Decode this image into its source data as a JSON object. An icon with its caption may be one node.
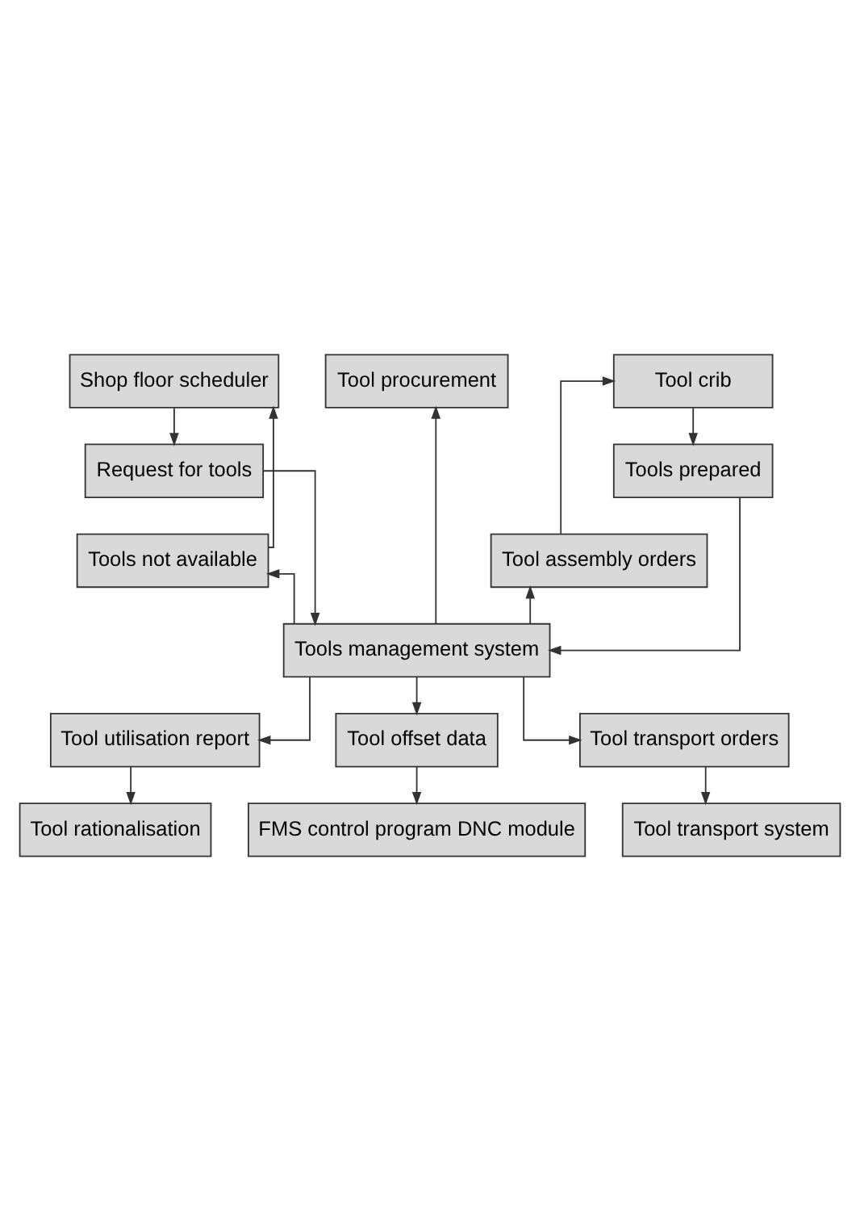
{
  "diagram": {
    "nodes": [
      {
        "text": [
          "Shop floor scheduler"
        ]
      },
      {
        "text": [
          "Tool procurement"
        ]
      },
      {
        "text": [
          "Tool crib"
        ]
      },
      {
        "text": [
          "Request for tools"
        ]
      },
      {
        "text": [
          "Tools prepared"
        ]
      },
      {
        "text": [
          "Tools not available"
        ]
      },
      {
        "text": [
          "Tool assembly orders"
        ]
      },
      {
        "text": [
          "Tools management system"
        ]
      },
      {
        "text": [
          "Tool utilisation report"
        ]
      },
      {
        "text": [
          "Tool offset data"
        ]
      },
      {
        "text": [
          "Tool transport orders"
        ]
      },
      {
        "text": [
          "Tool rationalisation"
        ]
      },
      {
        "text": [
          "Tool transport system"
        ]
      },
      {
        "text": [
          "FMS control program DNC module"
        ]
      }
    ],
    "edges": [
      {
        "from": 0,
        "to": 3,
        "arrow": "to"
      },
      {
        "from": 3,
        "to": 7,
        "arrow": "to"
      },
      {
        "from": 5,
        "to": 0,
        "arrow": "to"
      },
      {
        "from": 7,
        "to": 5,
        "arrow": "to"
      },
      {
        "from": 7,
        "to": 1,
        "arrow": "to"
      },
      {
        "from": 4,
        "to": 7,
        "arrow": "to"
      },
      {
        "from": 2,
        "to": 4,
        "arrow": "to"
      },
      {
        "from": 6,
        "to": 2,
        "arrow": "to"
      },
      {
        "from": 7,
        "to": 6,
        "arrow": "to"
      },
      {
        "from": 7,
        "to": 8,
        "arrow": "to"
      },
      {
        "from": 7,
        "to": 9,
        "arrow": "to"
      },
      {
        "from": 7,
        "to": 10,
        "arrow": "to"
      },
      {
        "from": 8,
        "to": 11,
        "arrow": "to"
      },
      {
        "from": 9,
        "to": 13,
        "arrow": "to"
      },
      {
        "from": 10,
        "to": 12,
        "arrow": "to"
      }
    ]
  }
}
